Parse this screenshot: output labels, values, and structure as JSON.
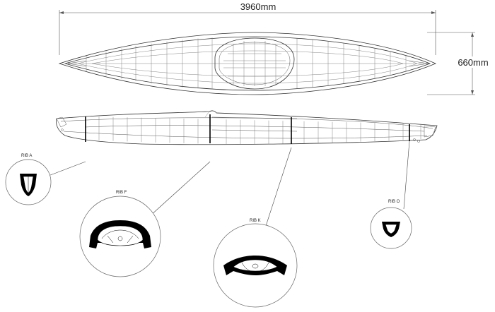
{
  "dimensions": {
    "length_label": "3960mm",
    "width_label": "660mm"
  },
  "ribs": [
    {
      "id": "a",
      "label": "RIB A"
    },
    {
      "id": "f",
      "label": "RIB F"
    },
    {
      "id": "k",
      "label": "RIB K"
    },
    {
      "id": "o",
      "label": "RIB O"
    }
  ]
}
